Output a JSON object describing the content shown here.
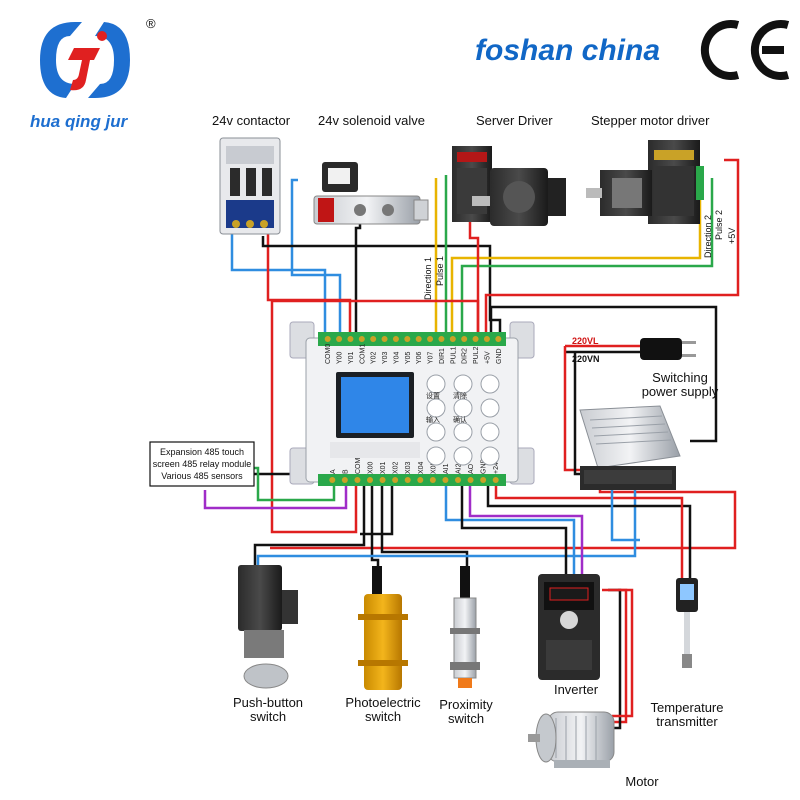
{
  "brand": {
    "registered_mark": "®",
    "name": "hua qing jur"
  },
  "header": {
    "location": "foshan china",
    "ce_mark": "CE"
  },
  "devices": {
    "contactor": "24v contactor",
    "solenoid": "24v solenoid valve",
    "server_driver": "Server Driver",
    "stepper": "Stepper motor driver",
    "push_button": [
      "Push-button",
      "switch"
    ],
    "photoelectric": [
      "Photoelectric",
      "switch"
    ],
    "proximity": [
      "Proximity",
      "switch"
    ],
    "inverter": "Inverter",
    "temperature": [
      "Temperature",
      "transmitter"
    ],
    "motor": "Motor",
    "power_supply": [
      "Switching",
      "power supply"
    ]
  },
  "signals": {
    "direction1": "Direction 1",
    "pulse1": "Pulse 1",
    "direction2": "Direction 2",
    "pulse2": "Pulse 2",
    "plus5v": "+5V",
    "l220": "220VL",
    "n220": "220VN"
  },
  "expansion_box": [
    "Expansion 485 touch",
    "screen 485 relay module",
    "Various 485 sensors"
  ],
  "plc": {
    "top_terminals": [
      "COM0",
      "Y00",
      "Y01",
      "COM1",
      "Y02",
      "Y03",
      "Y04",
      "Y05",
      "Y06",
      "Y07",
      "DIR1",
      "PUL1",
      "DIR2",
      "PUL2",
      "+5V",
      "GND"
    ],
    "bottom_terminals": [
      "A",
      "B",
      "COM",
      "X00",
      "X01",
      "X02",
      "X03",
      "X04",
      "X05",
      "AI1",
      "AI2",
      "AO",
      "GND",
      "+24V"
    ],
    "key_labels": [
      "设置",
      "清除",
      "输入",
      "确认"
    ]
  },
  "colors": {
    "red": "#e02020",
    "black": "#111111",
    "blue": "#2f8de0",
    "green": "#2aa84a",
    "yellow": "#e8b400",
    "purple": "#a02cc8"
  }
}
